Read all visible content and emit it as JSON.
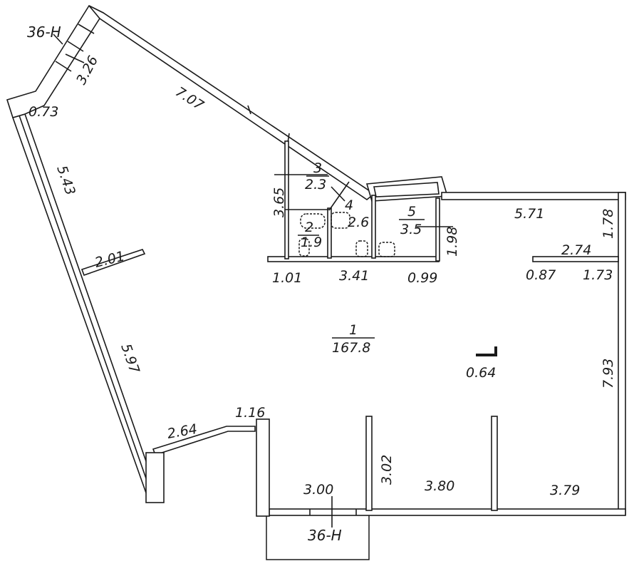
{
  "section_marks": {
    "top": "36-Н",
    "bottom": "36-Н"
  },
  "rooms": [
    {
      "number": "1",
      "area": "167.8"
    },
    {
      "number": "2",
      "area": "1.9"
    },
    {
      "number": "3",
      "area": "2.3"
    },
    {
      "number": "4",
      "area": "2.6"
    },
    {
      "number": "5",
      "area": "3.5"
    }
  ],
  "dimensions": {
    "d326": "3.26",
    "d707": "7.07",
    "d073": "0.73",
    "d543": "5.43",
    "d201": "2.01",
    "d597": "5.97",
    "d264": "2.64",
    "d116": "1.16",
    "d365": "3.65",
    "d101": "1.01",
    "d341": "3.41",
    "d099": "0.99",
    "d198": "1.98",
    "d571": "5.71",
    "d178": "1.78",
    "d274": "2.74",
    "d087": "0.87",
    "d173": "1.73",
    "d064": "0.64",
    "d793": "7.93",
    "d302": "3.02",
    "d300": "3.00",
    "d380": "3.80",
    "d379": "3.79"
  }
}
